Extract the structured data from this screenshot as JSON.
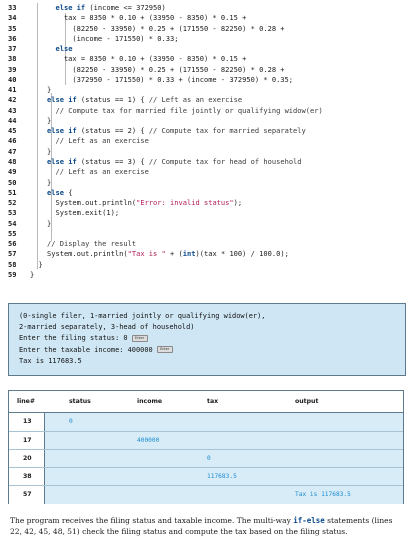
{
  "code_lines": [
    {
      "no": "33",
      "tokens": [
        [
          "t",
          "      "
        ],
        [
          "k",
          "else if"
        ],
        [
          "t",
          " (income <= 372950)"
        ]
      ]
    },
    {
      "no": "34",
      "tokens": [
        [
          "t",
          "        tax = 8350 * 0.10 + (33950 - 8350) * 0.15 +"
        ]
      ]
    },
    {
      "no": "35",
      "tokens": [
        [
          "t",
          "          (82250 - 33950) * 0.25 + (171550 - 82250) * 0.28 +"
        ]
      ]
    },
    {
      "no": "36",
      "tokens": [
        [
          "t",
          "          (income - 171550) * 0.33;"
        ]
      ]
    },
    {
      "no": "37",
      "tokens": [
        [
          "t",
          "      "
        ],
        [
          "k",
          "else"
        ]
      ]
    },
    {
      "no": "38",
      "tokens": [
        [
          "t",
          "        tax = 8350 * 0.10 + (33950 - 8350) * 0.15 +"
        ]
      ]
    },
    {
      "no": "39",
      "tokens": [
        [
          "t",
          "          (82250 - 33950) * 0.25 + (171550 - 82250) * 0.28 +"
        ]
      ]
    },
    {
      "no": "40",
      "tokens": [
        [
          "t",
          "          (372950 - 171550) * 0.33 + (income - 372950) * 0.35;"
        ]
      ]
    },
    {
      "no": "41",
      "tokens": [
        [
          "t",
          "    }"
        ]
      ]
    },
    {
      "no": "42",
      "tokens": [
        [
          "t",
          "    "
        ],
        [
          "k",
          "else if"
        ],
        [
          "t",
          " (status == 1) { "
        ],
        [
          "c",
          "// Left as an exercise"
        ]
      ]
    },
    {
      "no": "43",
      "tokens": [
        [
          "t",
          "      "
        ],
        [
          "c",
          "// Compute tax for married file jointly or qualifying widow(er)"
        ]
      ]
    },
    {
      "no": "44",
      "tokens": [
        [
          "t",
          "    }"
        ]
      ]
    },
    {
      "no": "45",
      "tokens": [
        [
          "t",
          "    "
        ],
        [
          "k",
          "else if"
        ],
        [
          "t",
          " (status == 2) { "
        ],
        [
          "c",
          "// Compute tax for married separately"
        ]
      ]
    },
    {
      "no": "46",
      "tokens": [
        [
          "t",
          "      "
        ],
        [
          "c",
          "// Left as an exercise"
        ]
      ]
    },
    {
      "no": "47",
      "tokens": [
        [
          "t",
          "    }"
        ]
      ]
    },
    {
      "no": "48",
      "tokens": [
        [
          "t",
          "    "
        ],
        [
          "k",
          "else if"
        ],
        [
          "t",
          " (status == 3) { "
        ],
        [
          "c",
          "// Compute tax for head of household"
        ]
      ]
    },
    {
      "no": "49",
      "tokens": [
        [
          "t",
          "      "
        ],
        [
          "c",
          "// Left as an exercise"
        ]
      ]
    },
    {
      "no": "50",
      "tokens": [
        [
          "t",
          "    }"
        ]
      ]
    },
    {
      "no": "51",
      "tokens": [
        [
          "t",
          "    "
        ],
        [
          "k",
          "else"
        ],
        [
          "t",
          " {"
        ]
      ]
    },
    {
      "no": "52",
      "tokens": [
        [
          "t",
          "      System.out.println("
        ],
        [
          "s",
          "\"Error: invalid status\""
        ],
        [
          "t",
          ");"
        ]
      ]
    },
    {
      "no": "53",
      "tokens": [
        [
          "t",
          "      System.exit(1);"
        ]
      ]
    },
    {
      "no": "54",
      "tokens": [
        [
          "t",
          "    }"
        ]
      ]
    },
    {
      "no": "55",
      "tokens": [
        [
          "t",
          ""
        ]
      ]
    },
    {
      "no": "56",
      "tokens": [
        [
          "t",
          "    "
        ],
        [
          "c",
          "// Display the result"
        ]
      ]
    },
    {
      "no": "57",
      "tokens": [
        [
          "t",
          "    System.out.println("
        ],
        [
          "s",
          "\"Tax is \""
        ],
        [
          "t",
          " + ("
        ],
        [
          "k",
          "int"
        ],
        [
          "t",
          ")(tax * 100) / 100.0);"
        ]
      ]
    },
    {
      "no": "58",
      "tokens": [
        [
          "t",
          "  }"
        ]
      ]
    },
    {
      "no": "59",
      "tokens": [
        [
          "t",
          "}"
        ]
      ]
    }
  ],
  "console": {
    "line1": "(0-single filer, 1-married jointly or qualifying widow(er),",
    "line2": "2-married separately, 3-head of household)",
    "prompt_status": "Enter the filing status: ",
    "input_status": "0",
    "prompt_income": "Enter the taxable income: ",
    "input_income": "400000",
    "result": "Tax is 117683.5",
    "enter_key_label": "Enter"
  },
  "trace": {
    "headers": {
      "line": "line#",
      "status": "status",
      "income": "income",
      "tax": "tax",
      "output": "output"
    },
    "rows": [
      {
        "line": "13",
        "status": "0",
        "income": "",
        "tax": "",
        "output": ""
      },
      {
        "line": "17",
        "status": "",
        "income": "400000",
        "tax": "",
        "output": ""
      },
      {
        "line": "20",
        "status": "",
        "income": "",
        "tax": "0",
        "output": ""
      },
      {
        "line": "38",
        "status": "",
        "income": "",
        "tax": "117683.5",
        "output": ""
      },
      {
        "line": "57",
        "status": "",
        "income": "",
        "tax": "",
        "output": "Tax is 117683.5"
      }
    ]
  },
  "paragraph": {
    "before": "The program receives the filing status and taxable income. The multi-way ",
    "code": "if-else",
    "after": " statements (lines 22, 42, 45, 48, 51) check the filing status and compute the tax based on the filing status."
  },
  "colors": {
    "keyword": "#0b4a8b",
    "string": "#b01d5a",
    "trace_value": "#1d8bd0",
    "console_bg": "#cfe7f5"
  }
}
